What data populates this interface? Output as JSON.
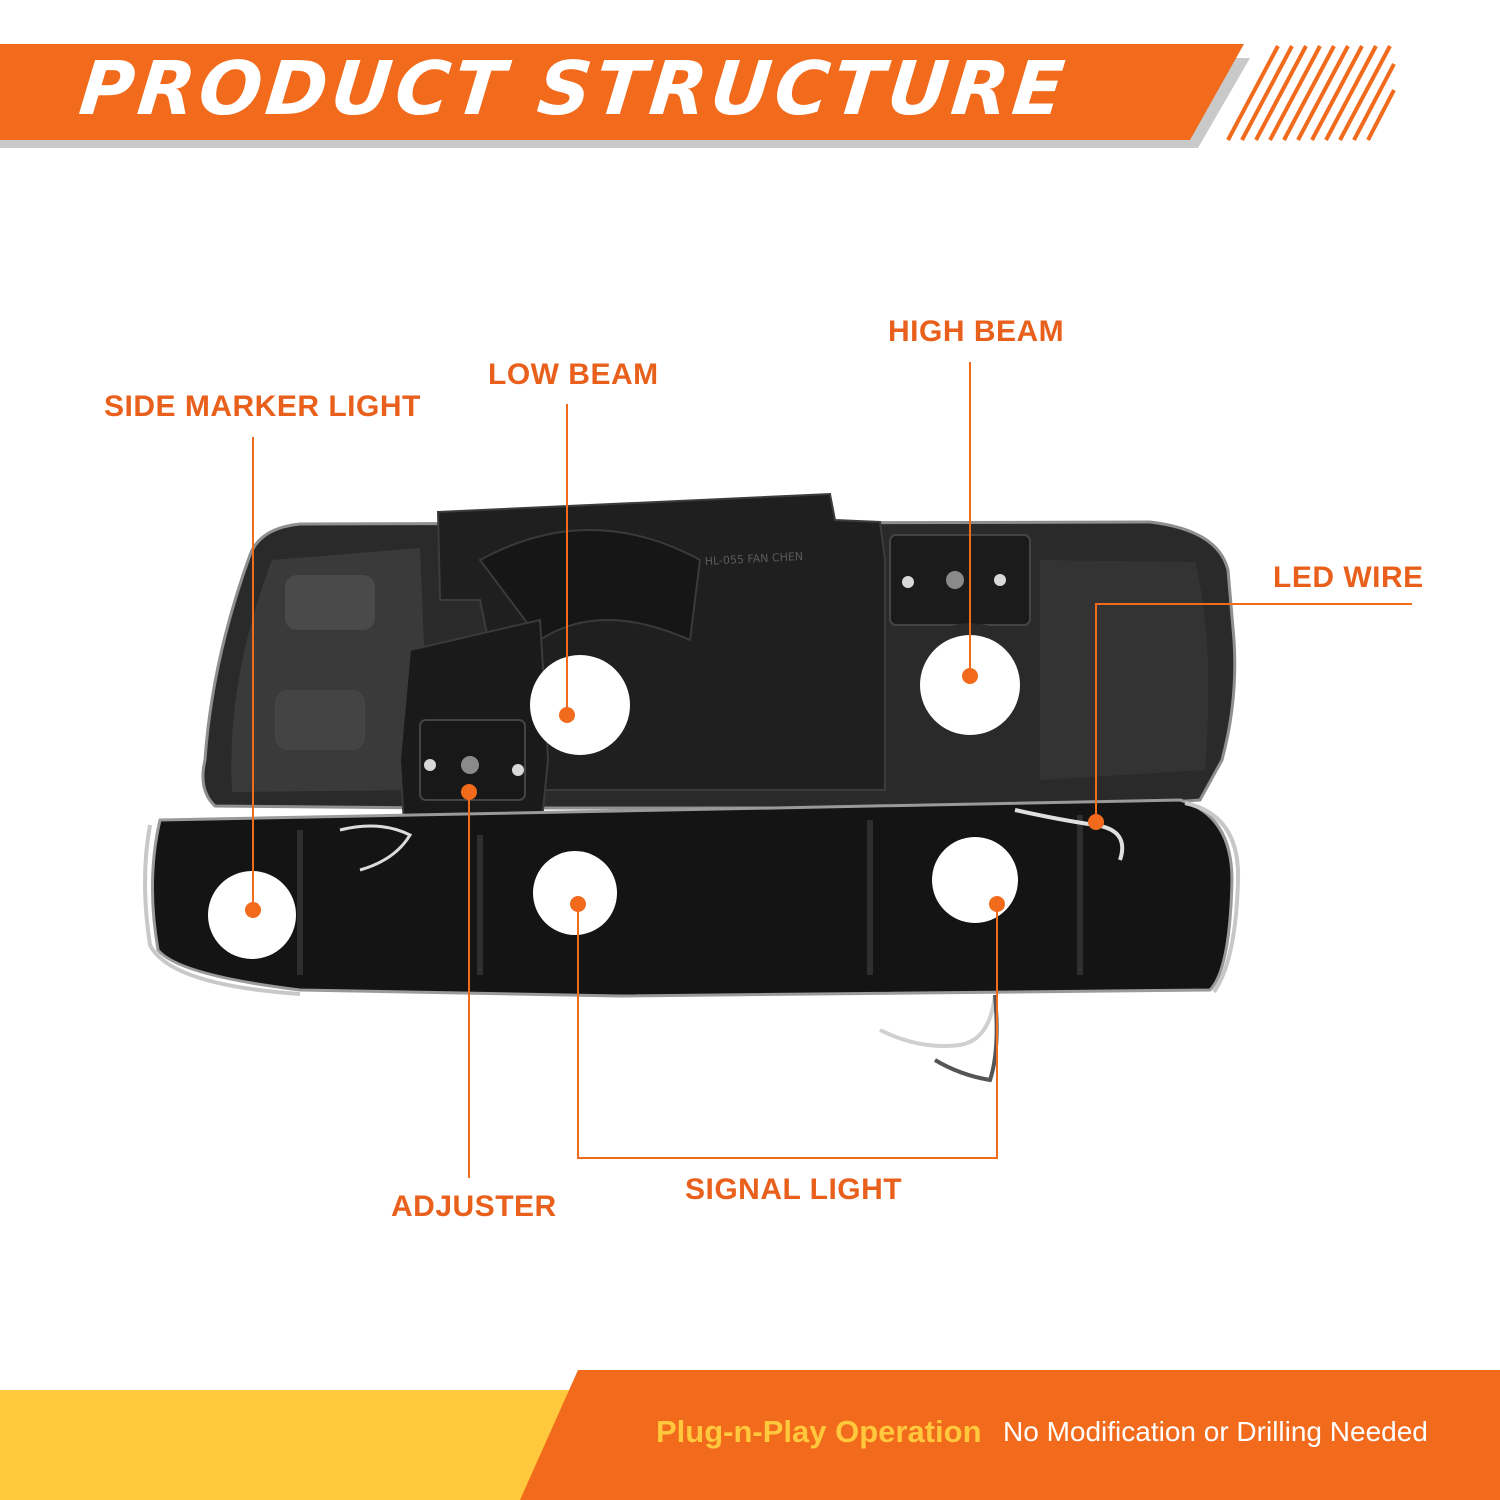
{
  "header": {
    "title": "PRODUCT STRUCTURE"
  },
  "callouts": {
    "side_marker_light": "SIDE MARKER LIGHT",
    "low_beam": "LOW BEAM",
    "high_beam": "HIGH BEAM",
    "led_wire": "LED WIRE",
    "adjuster": "ADJUSTER",
    "signal_light": "SIGNAL LIGHT"
  },
  "footer": {
    "primary": "Plug-n-Play Operation",
    "secondary": "No Modification or Drilling Needed"
  },
  "colors": {
    "accent_orange": "#f26a1b",
    "callout_text": "#e8601c",
    "footer_yellow": "#ffc83d",
    "housing_dark": "#1c1c1c"
  }
}
